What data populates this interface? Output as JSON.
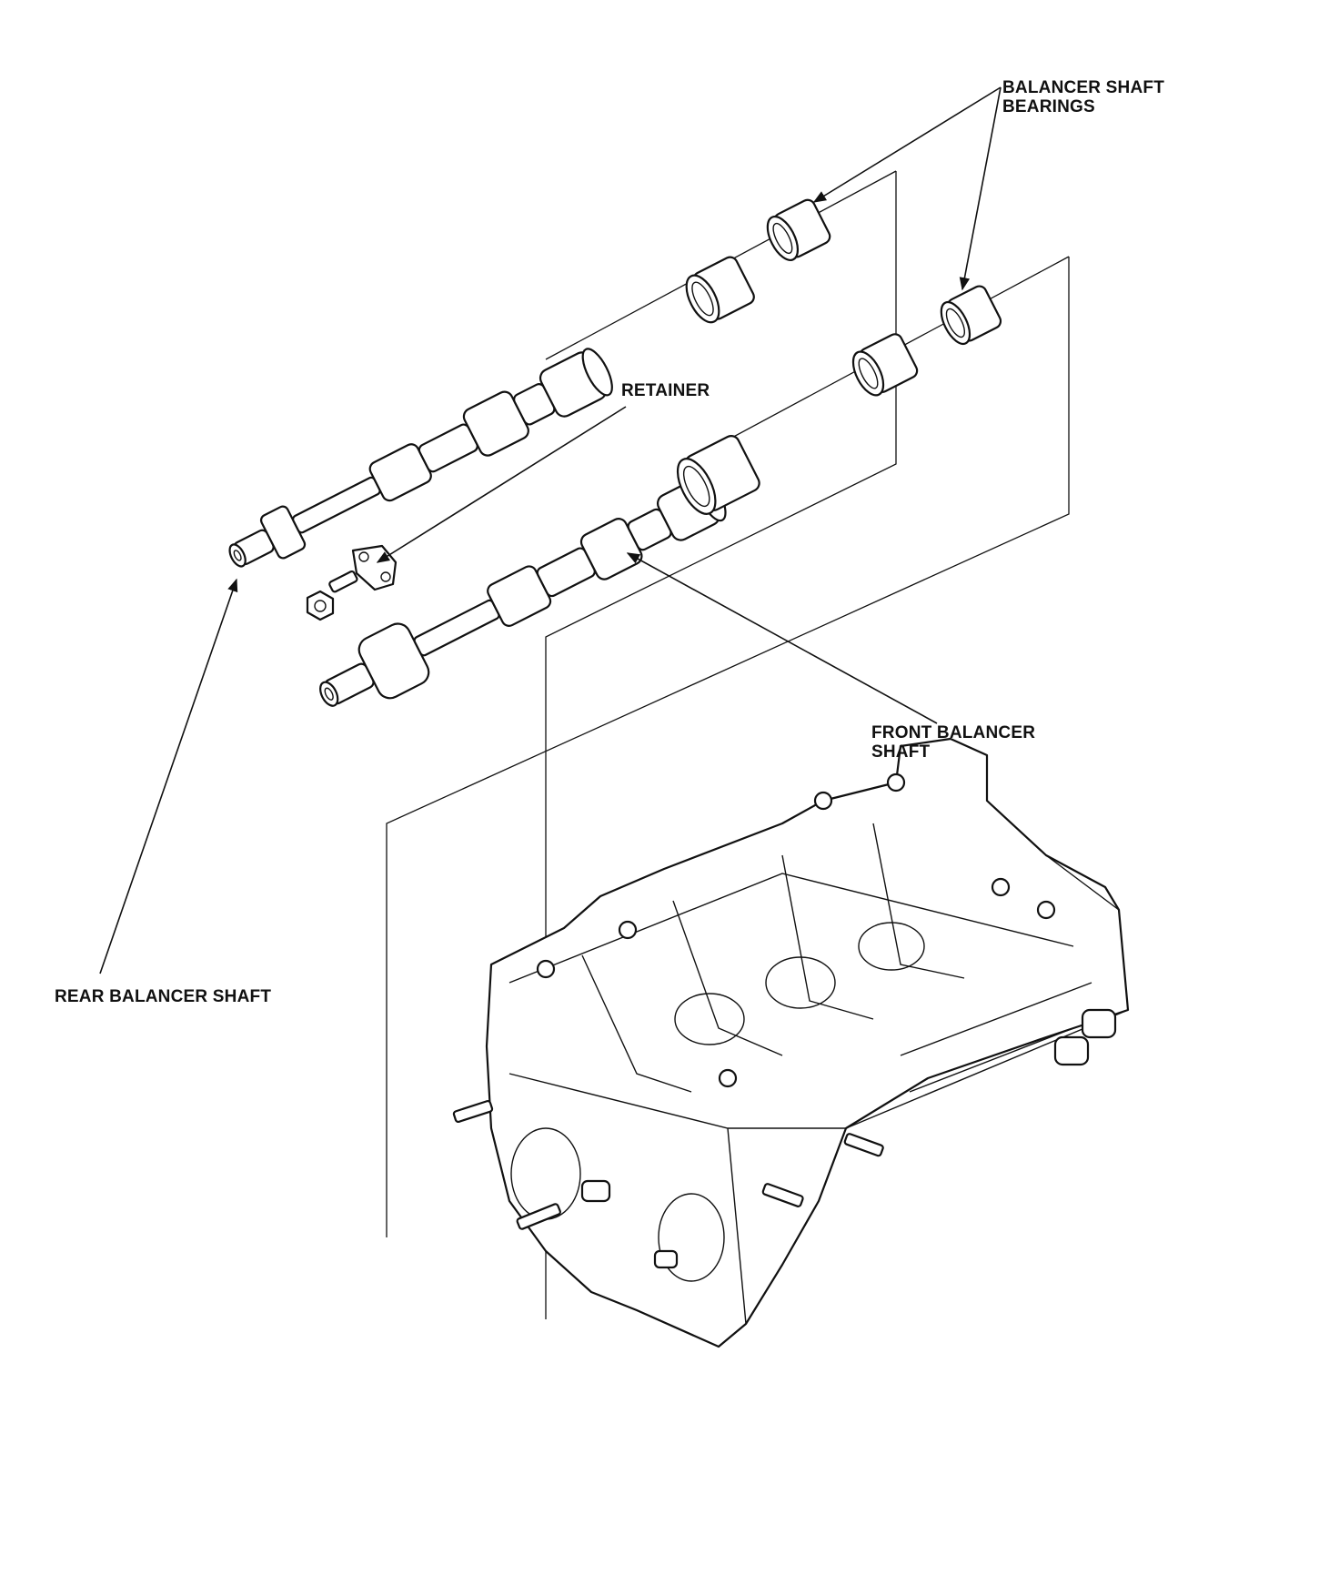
{
  "labels": {
    "balancer_shaft_bearings": [
      "BALANCER SHAFT",
      "BEARINGS"
    ],
    "retainer": "RETAINER",
    "front_balancer_shaft": [
      "FRONT BALANCER",
      "SHAFT"
    ],
    "rear_balancer_shaft": "REAR BALANCER SHAFT"
  },
  "colors": {
    "ink": "#111111",
    "paper": "#ffffff"
  }
}
